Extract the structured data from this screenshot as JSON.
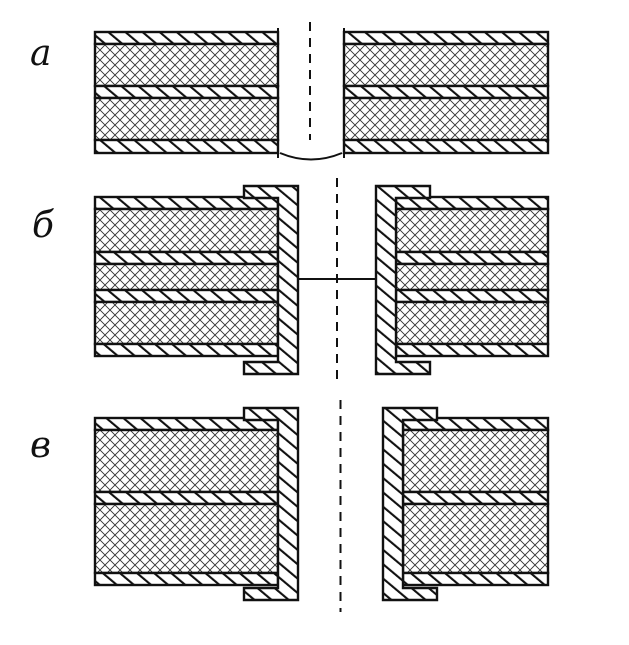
{
  "figure": {
    "panels": [
      {
        "id": "a",
        "label": "а"
      },
      {
        "id": "b",
        "label": "б"
      },
      {
        "id": "v",
        "label": "в"
      }
    ]
  },
  "colors": {
    "ink": "#111111",
    "paper": "#ffffff"
  }
}
